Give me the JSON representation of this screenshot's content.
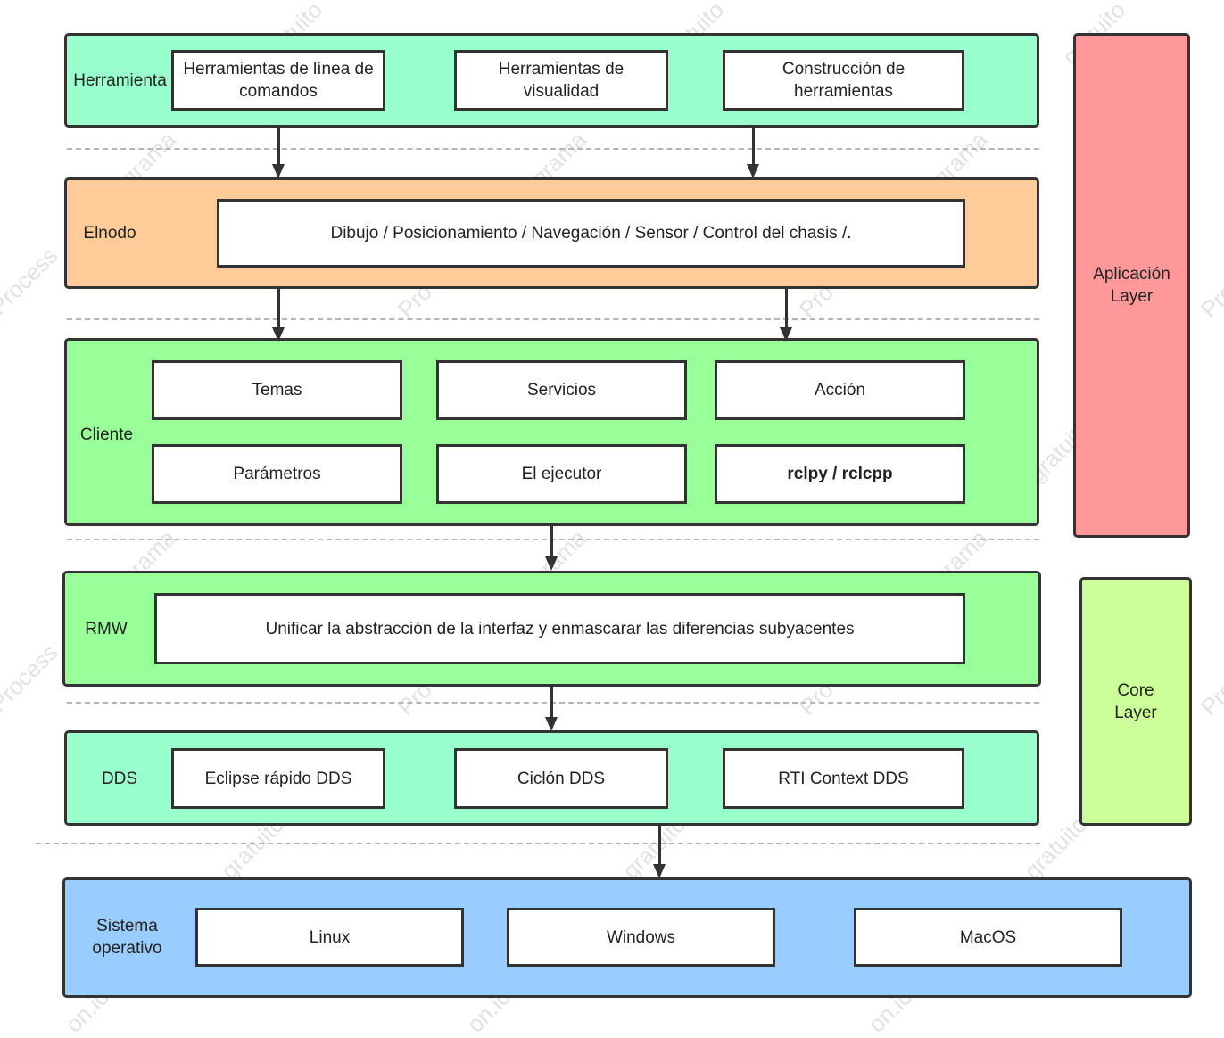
{
  "colors": {
    "herramienta": "#99ffcc",
    "elnodo": "#ffcc99",
    "cliente": "#99ff99",
    "rmw": "#99ff99",
    "dds": "#99ffcc",
    "sistema": "#99ccff",
    "aplicacion": "#ff9999",
    "core": "#ccff99",
    "border": "#333333",
    "separator": "#b5b5b5"
  },
  "layers": {
    "herramienta": {
      "label": "Herramienta",
      "boxes": [
        "Herramientas de línea de comandos",
        "Herramientas de visualidad",
        "Construcción de herramientas"
      ]
    },
    "elnodo": {
      "label": "Elnodo",
      "boxes": [
        "Dibujo / Posicionamiento / Navegación / Sensor / Control del chasis /."
      ]
    },
    "cliente": {
      "label": "Cliente",
      "boxes": [
        "Temas",
        "Servicios",
        "Acción",
        "Parámetros",
        "El ejecutor",
        "rclpy / rclcpp"
      ]
    },
    "rmw": {
      "label": "RMW",
      "boxes": [
        "Unificar la abstracción de la interfaz y enmascarar las diferencias subyacentes"
      ]
    },
    "dds": {
      "label": "DDS",
      "boxes": [
        "Eclipse rápido DDS",
        "Ciclón DDS",
        "RTI Context DDS"
      ]
    },
    "sistema": {
      "label": "Sistema operativo",
      "boxes": [
        "Linux",
        "Windows",
        "MacOS"
      ]
    }
  },
  "side_layers": {
    "aplicacion": {
      "line1": "Aplicación",
      "line2": "Layer"
    },
    "core": {
      "line1": "Core",
      "line2": "Layer"
    }
  },
  "watermark": {
    "fragments": [
      "Process",
      "diagrama",
      "gratuito",
      "Pro",
      "on.io"
    ]
  }
}
